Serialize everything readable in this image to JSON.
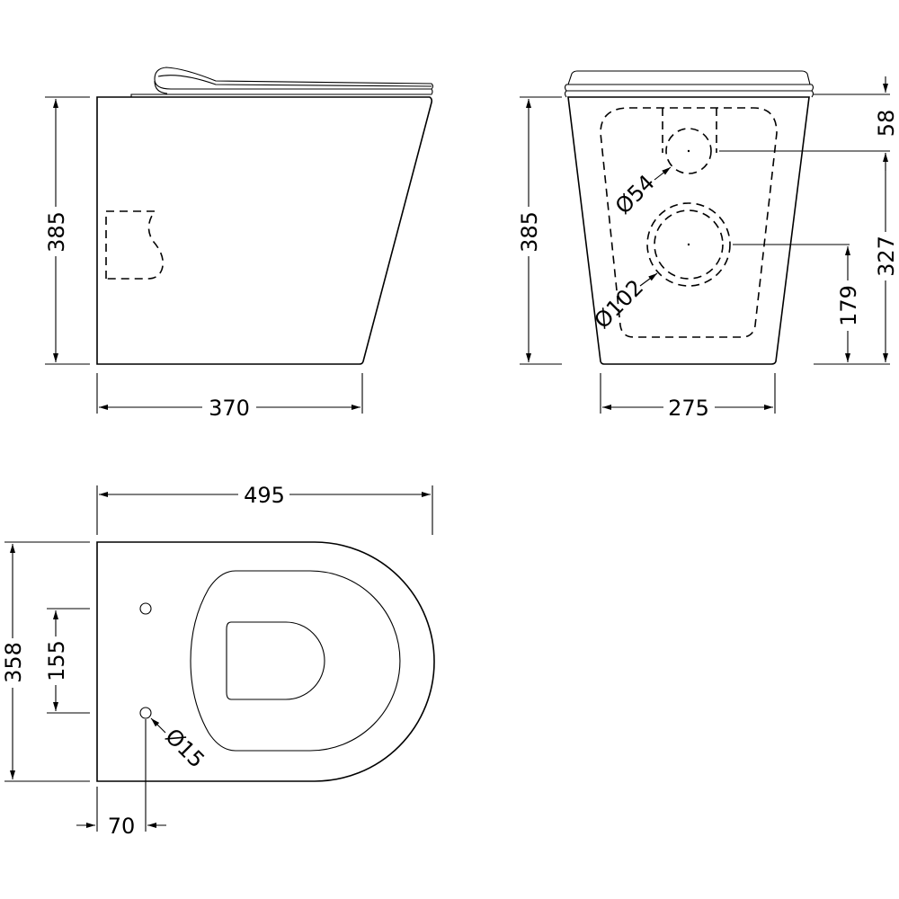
{
  "side_view": {
    "height_label": "385",
    "depth_label": "370"
  },
  "front_view": {
    "height_label": "385",
    "width_label": "275",
    "top_to_inlet_label": "58",
    "inlet_height_label": "327",
    "waste_height_label": "179",
    "inlet_diameter_label": "Ø54",
    "waste_diameter_label": "Ø102"
  },
  "plan_view": {
    "length_label": "495",
    "width_label": "358",
    "fixing_spacing_label": "155",
    "fixing_hole_label": "Ø15",
    "fixing_offset_label": "70"
  },
  "colors": {
    "line": "#000000",
    "background": "#ffffff"
  }
}
